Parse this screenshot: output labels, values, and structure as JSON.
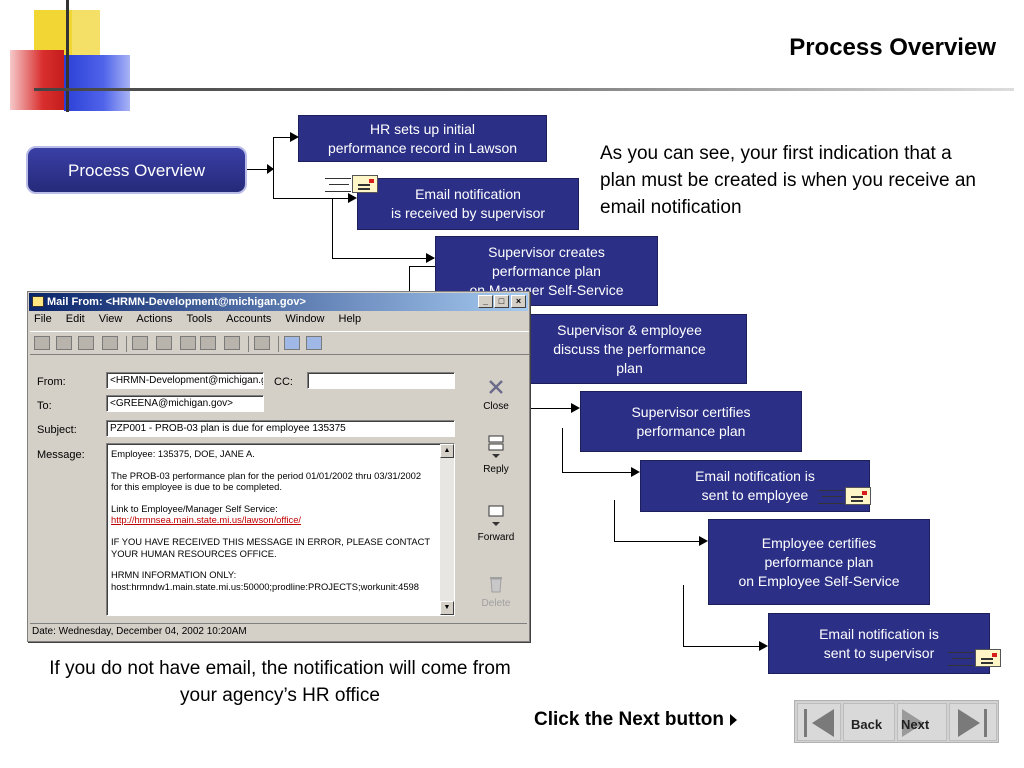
{
  "slide": {
    "title": "Process Overview",
    "description": "As you can see, your first indication that a plan must be created is when you receive an email notification",
    "note": "If you do not have email, the notification will come from your agency’s HR office",
    "click_next": "Click the Next button"
  },
  "flow": {
    "main": "Process Overview",
    "steps": [
      "HR sets up initial\nperformance record in Lawson",
      "Email notification\nis received by supervisor",
      "Supervisor creates\nperformance plan\non Manager Self-Service",
      "Supervisor & employee\ndiscuss the performance\nplan",
      "Supervisor certifies\nperformance plan",
      "Email notification is\nsent to employee",
      "Employee certifies\nperformance plan\non Employee Self-Service",
      "Email notification is\nsent to supervisor"
    ]
  },
  "nav": {
    "back": "Back",
    "next": "Next"
  },
  "email": {
    "title": "Mail From: <HRMN-Development@michigan.gov>",
    "menu": [
      "File",
      "Edit",
      "View",
      "Actions",
      "Tools",
      "Accounts",
      "Window",
      "Help"
    ],
    "labels": {
      "from": "From:",
      "cc": "CC:",
      "to": "To:",
      "subject": "Subject:",
      "message": "Message:"
    },
    "from": "<HRMN-Development@michigan.g",
    "to": "<GREENA@michigan.gov>",
    "subject": "PZP001 - PROB-03 plan is due for employee 135375",
    "body": {
      "p1": "Employee: 135375, DOE, JANE A.",
      "p2": "The PROB-03 performance plan for the period 01/01/2002 thru 03/31/2002\nfor this employee is due to be completed.",
      "p3_label": "Link to Employee/Manager Self Service:",
      "p3_link": "http://hrmnsea.main.state.mi.us/lawson/office/",
      "p4": "IF YOU HAVE RECEIVED THIS MESSAGE IN ERROR, PLEASE CONTACT\nYOUR HUMAN RESOURCES OFFICE.",
      "p5": "HRMN INFORMATION ONLY:\nhost:hrmndw1.main.state.mi.us:50000;prodline:PROJECTS;workunit:4598"
    },
    "actions": {
      "close": "Close",
      "reply": "Reply",
      "forward": "Forward",
      "delete": "Delete"
    },
    "status": "Date: Wednesday, December 04, 2002 10:20AM"
  }
}
